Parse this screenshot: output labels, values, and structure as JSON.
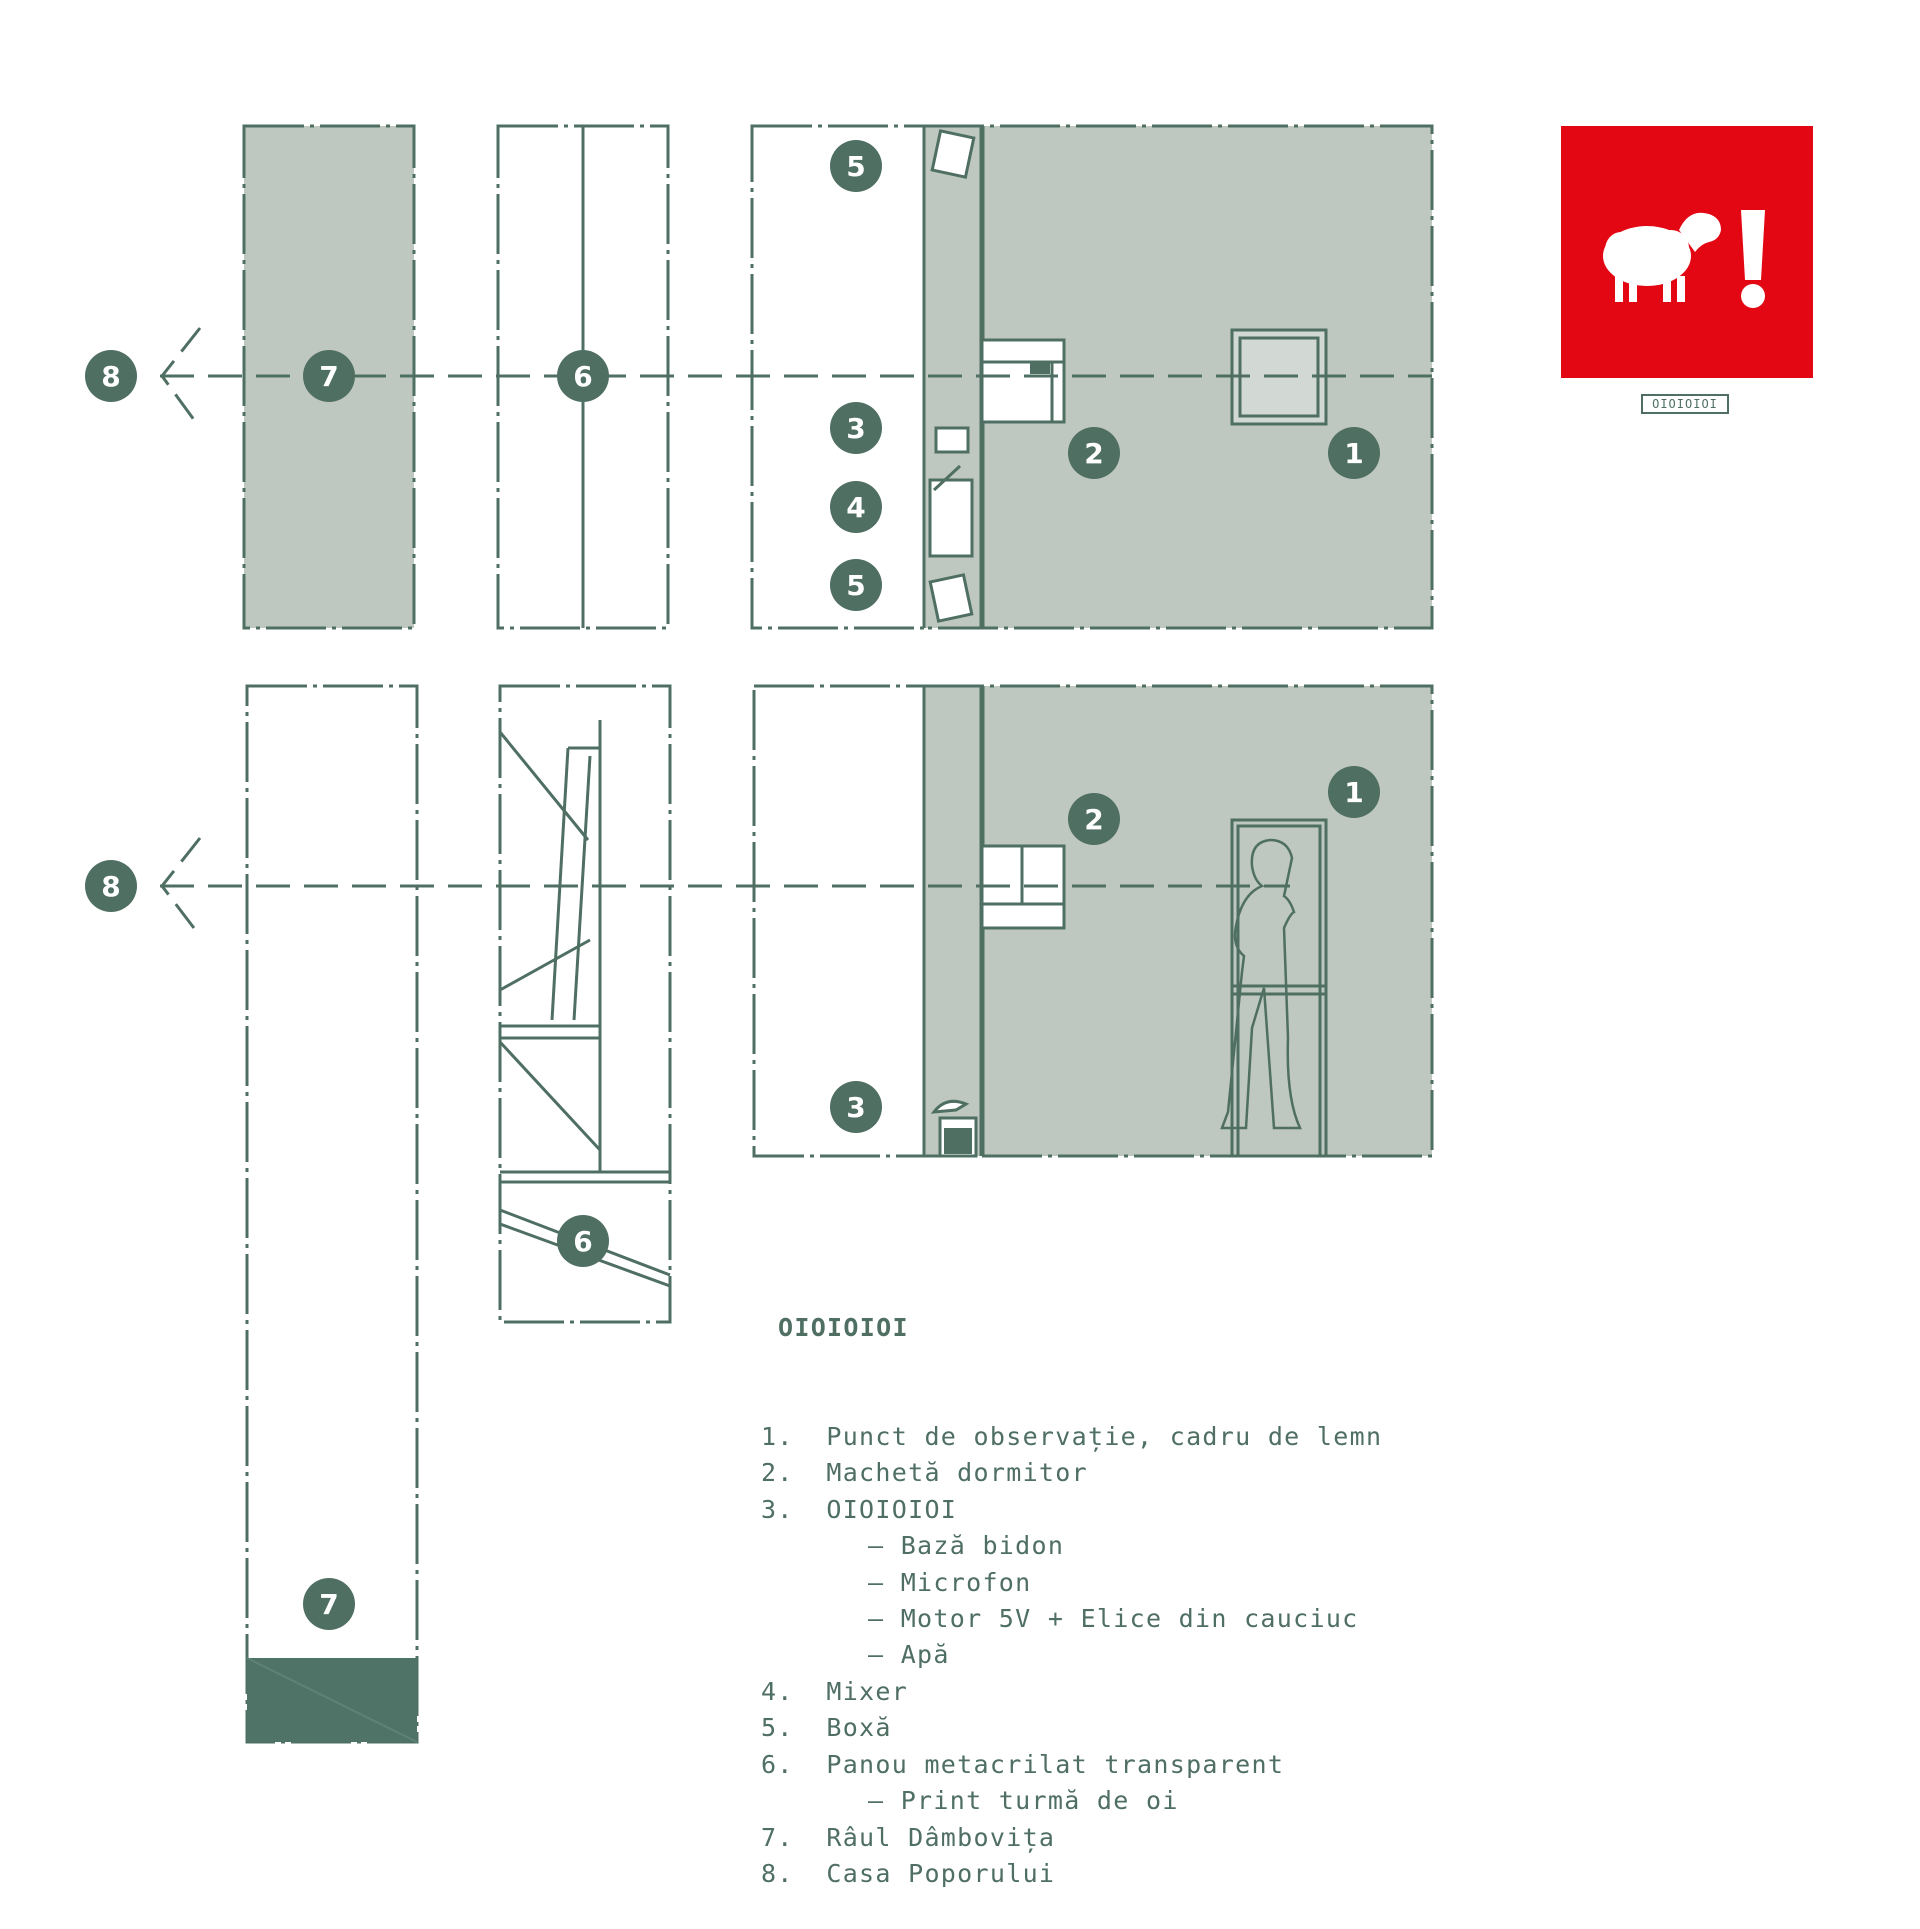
{
  "colors": {
    "accent": "#4f6f63",
    "panel_fill": "#bec7c0",
    "logo_red": "#e30613",
    "white": "#ffffff"
  },
  "markers": {
    "m1": "1",
    "m2": "2",
    "m3": "3",
    "m4": "4",
    "m5": "5",
    "m6": "6",
    "m7": "7",
    "m8": "8"
  },
  "logo": {
    "icons": [
      "sheep-icon",
      "exclamation-icon"
    ],
    "tag": "OIOIOIOI"
  },
  "legend": {
    "title": "OIOIOIOI",
    "items": [
      {
        "num": "1.",
        "text": "Punct de observație, cadru de lemn",
        "sub": []
      },
      {
        "num": "2.",
        "text": "Machetă dormitor",
        "sub": []
      },
      {
        "num": "3.",
        "text": "OIOIOIOI",
        "sub": [
          "— Bază bidon",
          "— Microfon",
          "— Motor 5V + Elice din cauciuc",
          "— Apă"
        ]
      },
      {
        "num": "4.",
        "text": "Mixer",
        "sub": []
      },
      {
        "num": "5.",
        "text": "Boxă",
        "sub": []
      },
      {
        "num": "6.",
        "text": "Panou metacrilat transparent",
        "sub": [
          "— Print turmă de oi"
        ]
      },
      {
        "num": "7.",
        "text": "Râul Dâmbovița",
        "sub": []
      },
      {
        "num": "8.",
        "text": "Casa Poporului",
        "sub": []
      }
    ]
  }
}
